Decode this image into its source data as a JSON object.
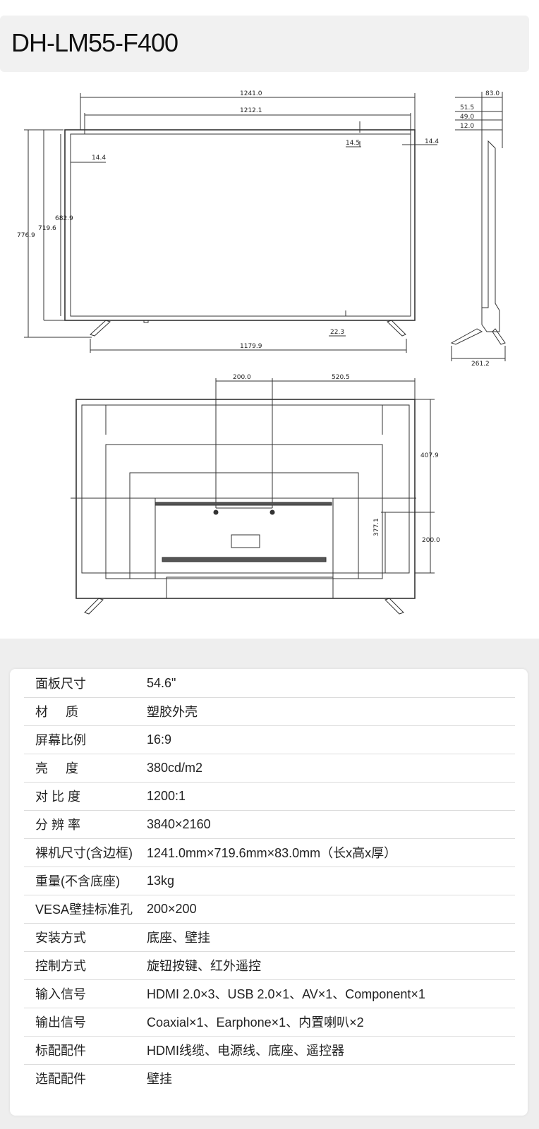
{
  "model": "DH-LM55-F400",
  "front_view": {
    "dims": {
      "overall_width": "1241.0",
      "screen_width": "1212.1",
      "overall_height": "776.9",
      "panel_height": "719.6",
      "screen_height": "682.9",
      "bezel_left": "14.4",
      "bezel_top": "14.5",
      "bezel_right": "14.4",
      "stand_clearance": "22.3",
      "stand_span": "1179.9"
    }
  },
  "side_view": {
    "dims": {
      "depth": "83.0",
      "d1": "51.5",
      "d2": "49.0",
      "d3": "12.0",
      "stand_depth": "261.2"
    }
  },
  "back_view": {
    "dims": {
      "vesa_h": "200.0",
      "right_offset": "520.5",
      "top_offset": "407.9",
      "vesa_v": "200.0",
      "center_height": "377.1"
    }
  },
  "specs": [
    {
      "label": "面板尺寸",
      "value": "54.6\""
    },
    {
      "label": "材     质",
      "value": "塑胶外壳"
    },
    {
      "label": "屏幕比例",
      "value": "16:9"
    },
    {
      "label": "亮     度",
      "value": "380cd/m2"
    },
    {
      "label": "对 比 度",
      "value": "1200:1"
    },
    {
      "label": "分 辨 率",
      "value": "3840×2160"
    },
    {
      "label": "裸机尺寸(含边框)",
      "value": "1241.0mm×719.6mm×83.0mm（长x高x厚）"
    },
    {
      "label": "重量(不含底座)",
      "value": "13kg"
    },
    {
      "label": "VESA壁挂标准孔",
      "value": "200×200"
    },
    {
      "label": "安装方式",
      "value": "底座、壁挂"
    },
    {
      "label": "控制方式",
      "value": "旋钮按键、红外遥控"
    },
    {
      "label": "输入信号",
      "value": "HDMI 2.0×3、USB 2.0×1、AV×1、Component×1"
    },
    {
      "label": "输出信号",
      "value": "Coaxial×1、Earphone×1、内置喇叭×2"
    },
    {
      "label": "标配配件",
      "value": "HDMI线缆、电源线、底座、遥控器"
    },
    {
      "label": "选配配件",
      "value": "壁挂"
    }
  ]
}
